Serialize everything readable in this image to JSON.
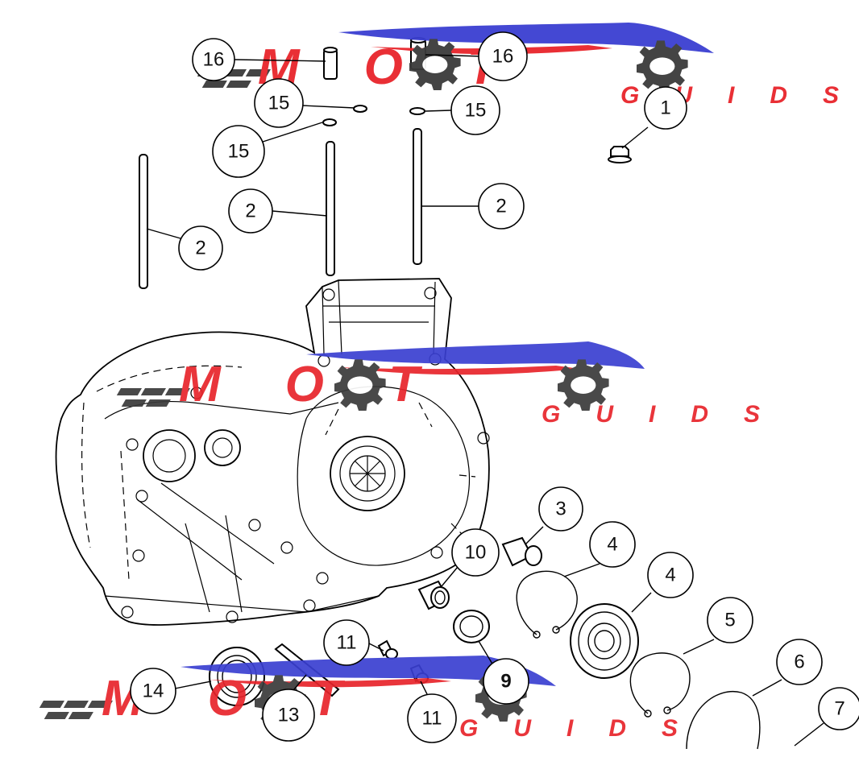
{
  "watermark": {
    "brand": "MOT",
    "suffix": "GUIDS",
    "colors": {
      "red": "#e8242b",
      "blue": "#3a3fd1",
      "dark": "#3a3a3a"
    }
  },
  "callouts": [
    {
      "id": "c16a",
      "label": "16"
    },
    {
      "id": "c16b",
      "label": "16"
    },
    {
      "id": "c15a",
      "label": "15"
    },
    {
      "id": "c15b",
      "label": "15"
    },
    {
      "id": "c15c",
      "label": "15"
    },
    {
      "id": "c1",
      "label": "1"
    },
    {
      "id": "c2a",
      "label": "2"
    },
    {
      "id": "c2b",
      "label": "2"
    },
    {
      "id": "c2c",
      "label": "2"
    },
    {
      "id": "c3",
      "label": "3"
    },
    {
      "id": "c4a",
      "label": "4"
    },
    {
      "id": "c4b",
      "label": "4"
    },
    {
      "id": "c5",
      "label": "5"
    },
    {
      "id": "c6",
      "label": "6"
    },
    {
      "id": "c7",
      "label": "7"
    },
    {
      "id": "c9",
      "label": "9"
    },
    {
      "id": "c10",
      "label": "10"
    },
    {
      "id": "c11a",
      "label": "11"
    },
    {
      "id": "c11b",
      "label": "11"
    },
    {
      "id": "c13",
      "label": "13"
    },
    {
      "id": "c14",
      "label": "14"
    }
  ]
}
